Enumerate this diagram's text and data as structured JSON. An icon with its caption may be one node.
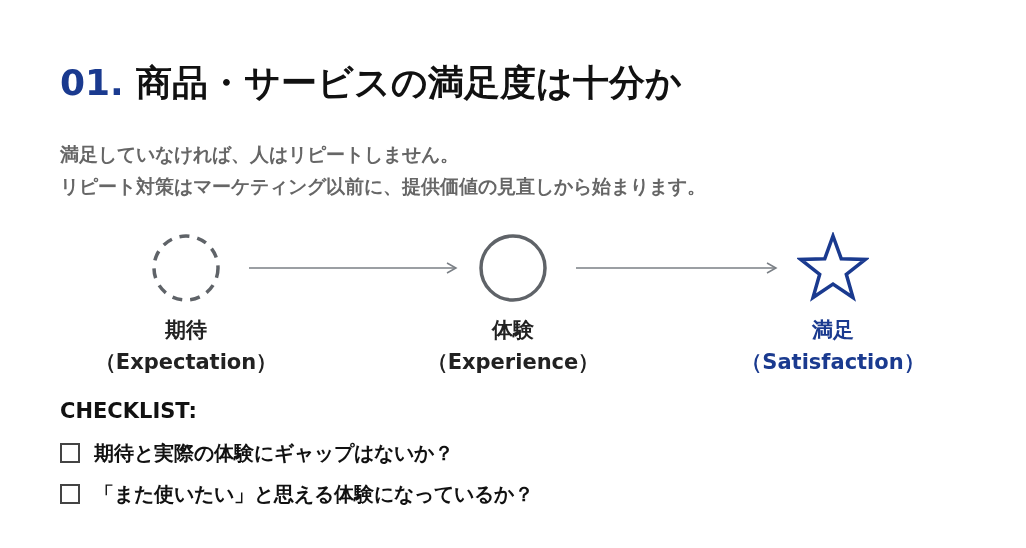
{
  "diagram": {
    "title": "01. 商品・サービスの満足度は十分か",
    "nodes": [
      {
        "text": [],
        "shape": "circle",
        "beside": [
          "期待",
          "（Expectation）"
        ]
      },
      {
        "text": [],
        "shape": "circle",
        "beside": [
          "体験",
          "（Experience）"
        ]
      },
      {
        "text": [],
        "shape": "star",
        "beside": [
          "満足",
          "（Satisfaction）"
        ]
      }
    ],
    "edges": [
      {
        "from": 0,
        "to": 1,
        "arrow": "to"
      },
      {
        "from": 1,
        "to": 2,
        "arrow": "to"
      }
    ],
    "labels": [
      "満足していなければ、人はリピートしません。",
      "リピート対策はマーケティング以前に、提供価値の見直しから始まります。",
      "CHECKLIST:",
      "期待と実際の体験にギャップはないか？",
      "「また使いたい」と思える体験になっているか？"
    ]
  }
}
